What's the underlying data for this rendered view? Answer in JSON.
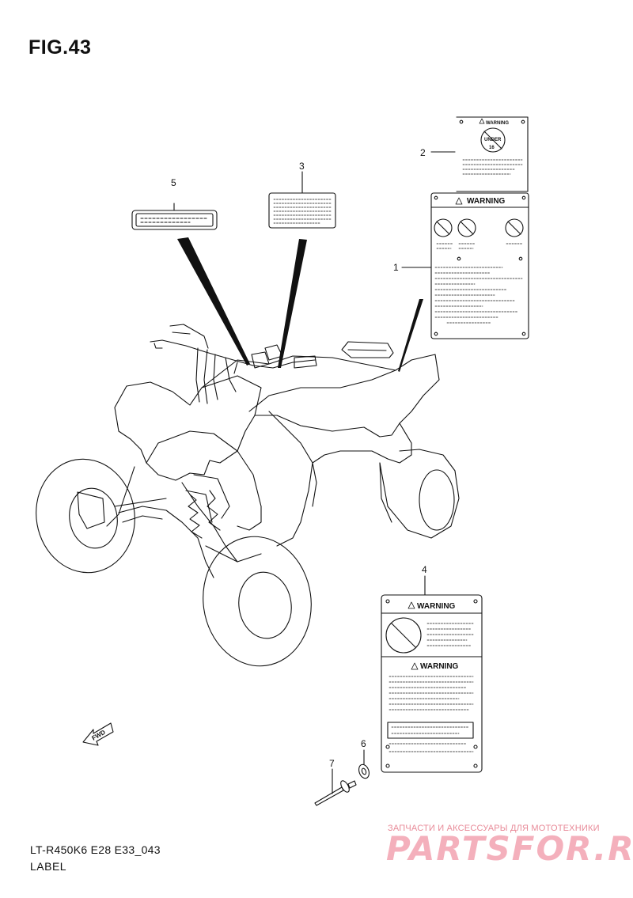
{
  "figure": {
    "title": "FIG.43"
  },
  "footer": {
    "model": "LT-R450K6 E28 E33_043",
    "section": "LABEL"
  },
  "callouts": [
    {
      "num": "1"
    },
    {
      "num": "2"
    },
    {
      "num": "3"
    },
    {
      "num": "4"
    },
    {
      "num": "5"
    },
    {
      "num": "6"
    },
    {
      "num": "7"
    }
  ],
  "labels": {
    "label2_warning": "WARNING",
    "label2_badge_top": "UNDER",
    "label2_badge_num": "16",
    "label1_warning": "WARNING",
    "label4_warning_top": "WARNING",
    "label4_warning_bottom": "WARNING"
  },
  "direction": {
    "text": "FWD"
  },
  "watermark": {
    "subtitle": "ЗАПЧАСТИ И АКСЕССУАРЫ ДЛЯ МОТОТЕХНИКИ",
    "logo": "PARTSFOR.RU"
  },
  "colors": {
    "line": "#111111",
    "watermark": "#e8899a"
  }
}
